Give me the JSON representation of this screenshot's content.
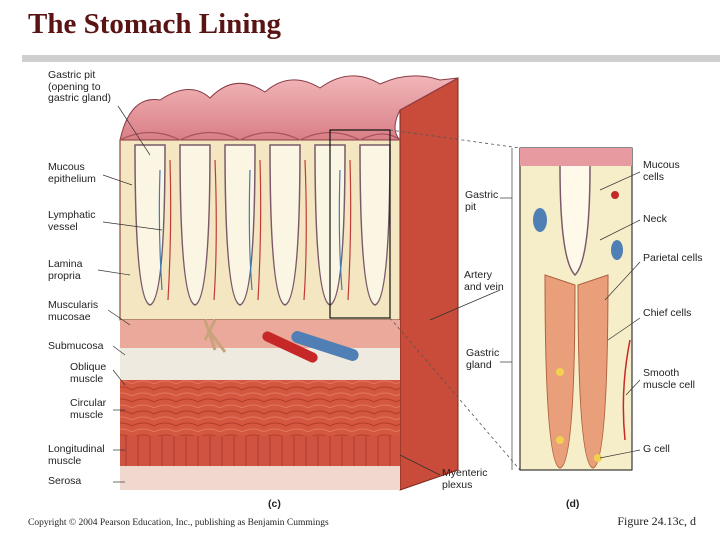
{
  "title": "The Stomach Lining",
  "figure_c": {
    "caption": "(c)",
    "labels": {
      "gastric_pit": "Gastric pit (opening to gastric gland)",
      "mucous_epithelium": "Mucous epithelium",
      "lymphatic_vessel": "Lymphatic vessel",
      "lamina_propria": "Lamina propria",
      "muscularis_mucosae": "Muscularis mucosae",
      "submucosa": "Submucosa",
      "oblique_muscle": "Oblique muscle",
      "circular_muscle": "Circular muscle",
      "longitudinal_muscle": "Longitudinal muscle",
      "serosa": "Serosa",
      "gastric_pit_short": "Gastric pit",
      "artery_vein": "Artery and vein",
      "gastric_gland": "Gastric gland",
      "myenteric_plexus": "Myenteric plexus"
    }
  },
  "figure_d": {
    "caption": "(d)",
    "labels": {
      "mucous_cells": "Mucous cells",
      "neck": "Neck",
      "parietal_cells": "Parietal cells",
      "chief_cells": "Chief cells",
      "smooth_muscle_cell": "Smooth muscle cell",
      "g_cell": "G cell"
    }
  },
  "footer": {
    "copyright": "Copyright © 2004 Pearson Education, Inc., publishing as Benjamin Cummings",
    "figure_ref": "Figure 24.13c, d"
  },
  "colors": {
    "title": "#5a1414",
    "mucosa_pink": "#e79aa0",
    "tissue_cream": "#f5ecc8",
    "muscle_red": "#d0563f",
    "vein_blue": "#4f7fb4",
    "artery_red": "#c62828"
  }
}
